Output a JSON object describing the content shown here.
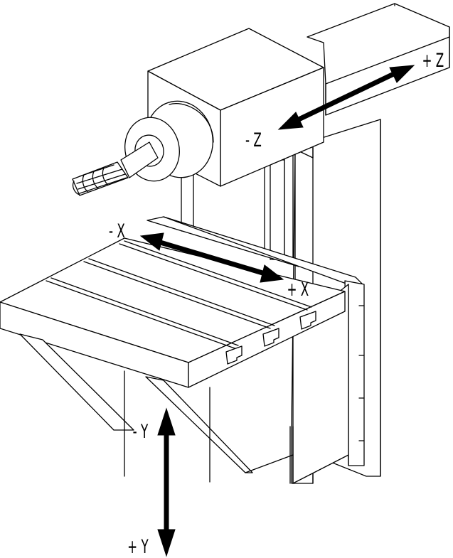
{
  "labels": {
    "plus_z": "+ Z",
    "minus_z": "- Z",
    "minus_x": "- X",
    "plus_x": "+ X",
    "minus_y": "- Y",
    "plus_y": "+ Y"
  }
}
